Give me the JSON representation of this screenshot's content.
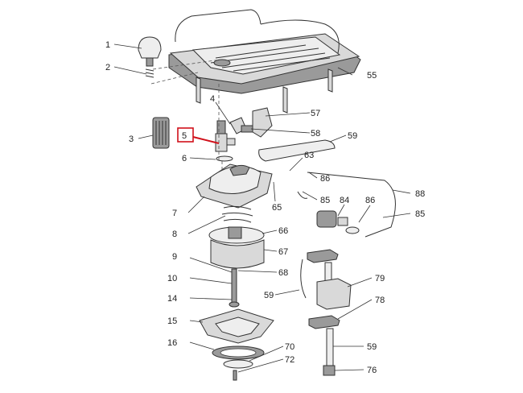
{
  "labels": {
    "l1": "1",
    "l2": "2",
    "l3": "3",
    "l4": "4",
    "l5": "5",
    "l6": "6",
    "l7": "7",
    "l8": "8",
    "l9": "9",
    "l10": "10",
    "l14": "14",
    "l15": "15",
    "l16": "16",
    "l55": "55",
    "l57": "57",
    "l58": "58",
    "l59a": "59",
    "l59b": "59",
    "l59c": "59",
    "l63": "63",
    "l65": "65",
    "l66": "66",
    "l67": "67",
    "l68": "68",
    "l70": "70",
    "l72": "72",
    "l76": "76",
    "l78": "78",
    "l79": "79",
    "l84": "84",
    "l85a": "85",
    "l85b": "85",
    "l86a": "86",
    "l86b": "86",
    "l88": "88"
  },
  "highlight": {
    "part": "5",
    "color": "#d0101a"
  }
}
